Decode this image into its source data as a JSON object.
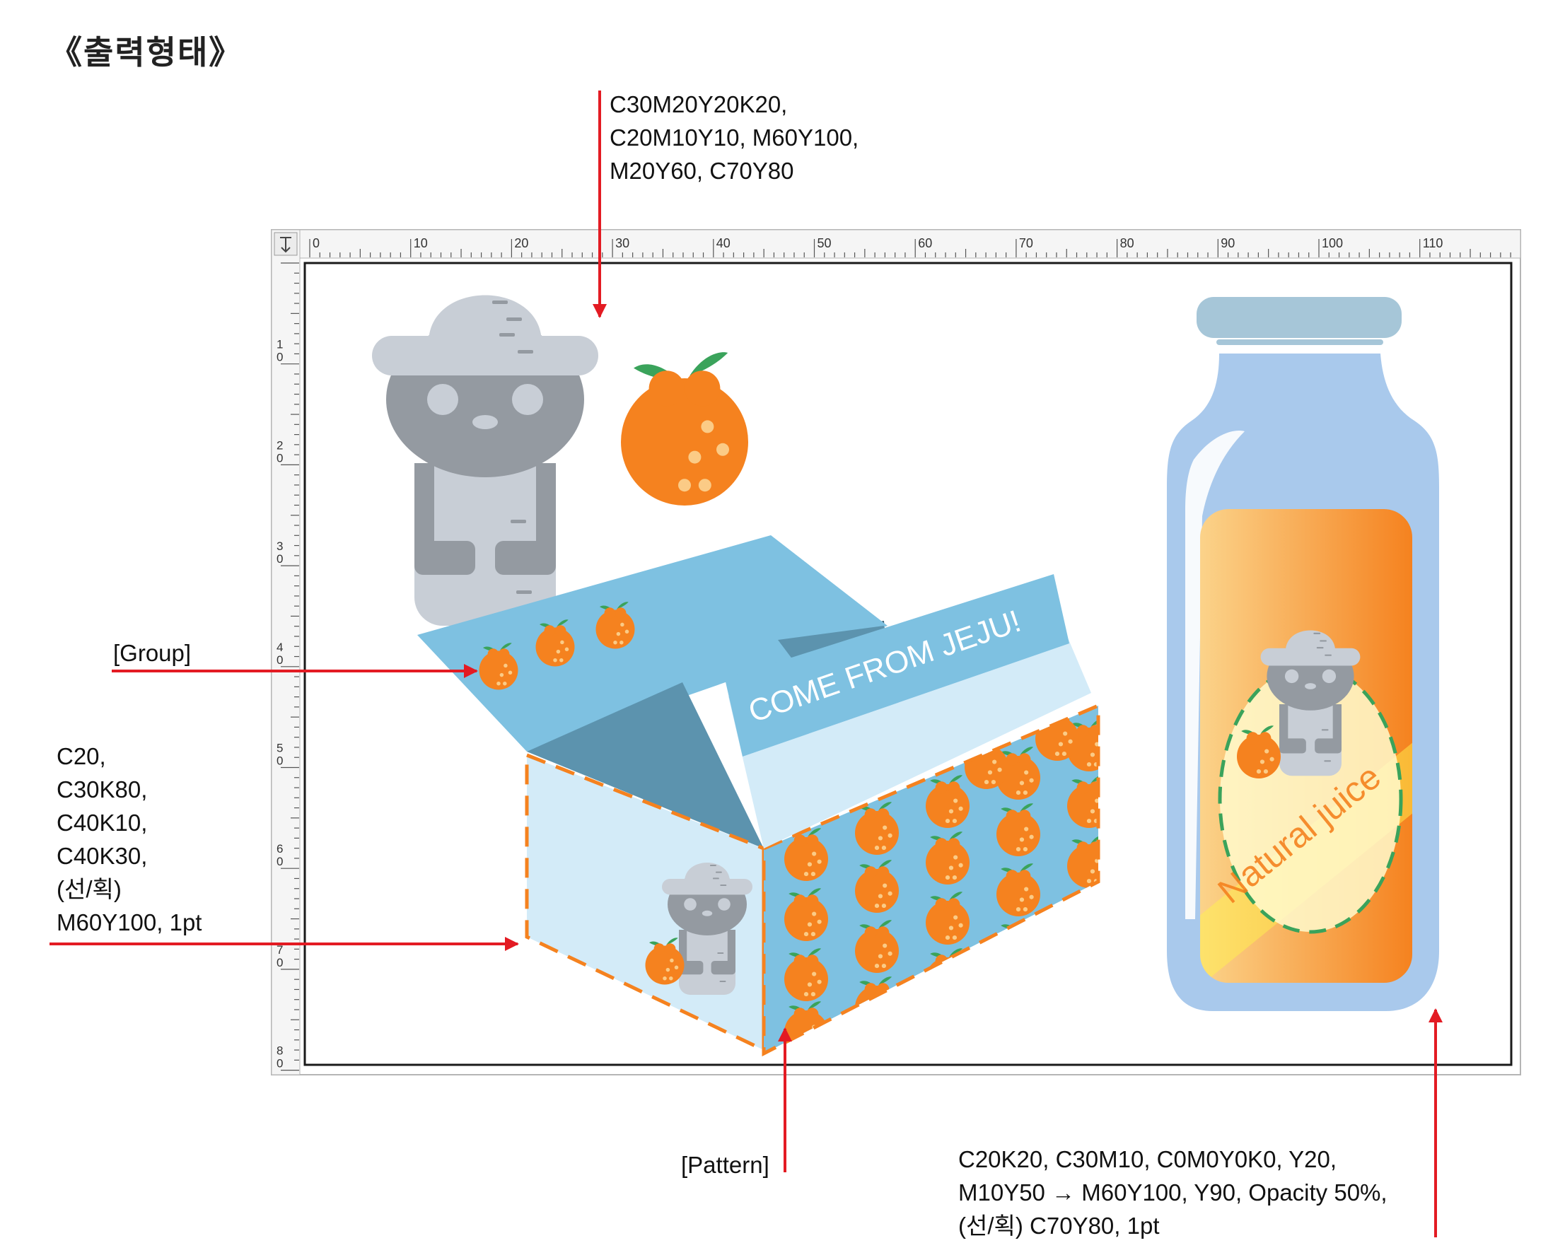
{
  "title": "《출력형태》",
  "notes": {
    "top": [
      "C30M20Y20K20,",
      "C20M10Y10, M60Y100,",
      "M20Y60, C70Y80"
    ],
    "group": "[Group]",
    "left": [
      "C20,",
      "C30K80,",
      "C40K10,",
      "C40K30,",
      "(선/획)",
      "M60Y100, 1pt"
    ],
    "pattern": "[Pattern]",
    "bottom": [
      "C20K20, C30M10, C0M0Y0K0, Y20,",
      "M10Y50 → M60Y100, Y90, Opacity 50%,",
      "(선/획) C70Y80, 1pt"
    ]
  },
  "ruler": {
    "h_labels": [
      "0",
      "10",
      "20",
      "30",
      "40",
      "50",
      "60",
      "70",
      "80",
      "90",
      "100",
      "110"
    ],
    "v_labels": [
      "10",
      "20",
      "30",
      "40",
      "50",
      "60",
      "70",
      "80"
    ]
  },
  "artwork": {
    "box_banner_text": "COME FROM JEJU!",
    "bottle_label_text": "Natural juice"
  },
  "colors": {
    "arrow": "#e31b23",
    "orange": "#f5821f",
    "leaf": "#3aa35b",
    "stone_light": "#c8ced6",
    "stone_dark": "#949aa1",
    "box_light": "#d3ebf8",
    "box_mid": "#7ec1e1",
    "box_dark": "#5c93ae",
    "bottle": "#a9c9ec",
    "bottle_cap": "#a6c6d8"
  }
}
